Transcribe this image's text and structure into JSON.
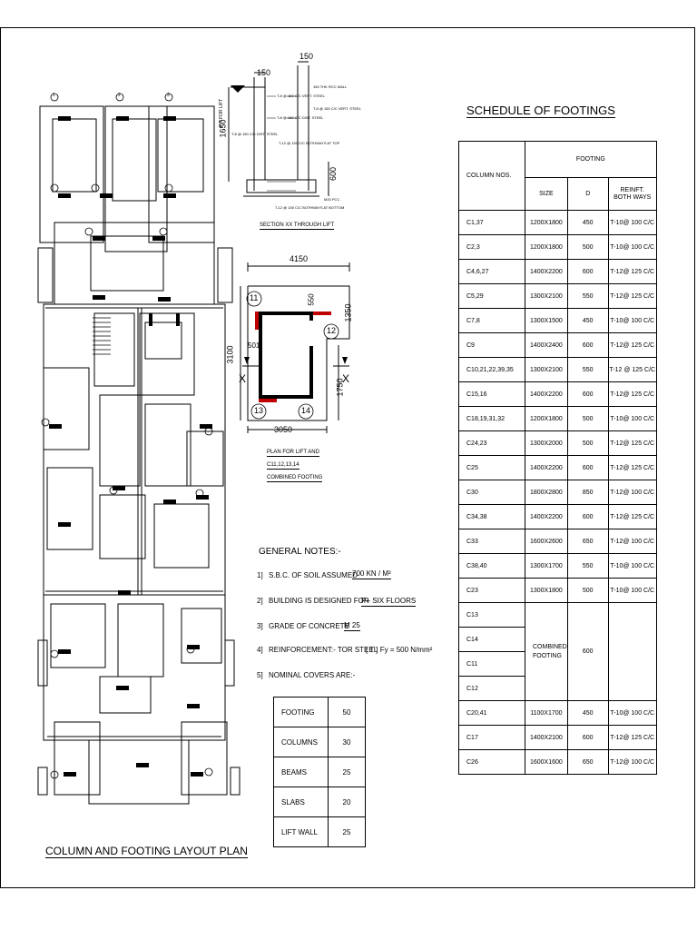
{
  "plan": {
    "title": "COLUMN AND FOOTING LAYOUT PLAN",
    "column_labels": [
      "1",
      "2",
      "3"
    ]
  },
  "section": {
    "title": "SECTION XX THROUGH LIFT",
    "dim_top_left": "150",
    "dim_top_right": "150",
    "dim_vertical_left": "1650",
    "dim_vertical_right": "600",
    "note_pit": "PIT FOR LIFT",
    "labels": [
      "T-8 @ 150 C/C VERT. STEEL",
      "T-8 @ 150 C/C VERT. STEEL",
      "T-8 @ 150 C/C DIST. STEEL",
      "T-8 @ 150 C/C DIST. STEEL",
      "150 THK RCC WALL",
      "T-12 @ 150 C/C BOTHWAYS AT TOP",
      "T-12 @ 150 C/C BOTHWAYS AT BOTTOM",
      "M20 PCC"
    ]
  },
  "lift_plan": {
    "dim_top": "4150",
    "dim_bottom": "3050",
    "dim_left": "3100",
    "dim_right_upper": "1350",
    "dim_right_lower": "1750",
    "dim_wall_top": "550",
    "dim_wall_left": "501",
    "section_mark": "X",
    "columns": [
      "11",
      "12",
      "13",
      "14"
    ],
    "caption_line1": "PLAN FOR LIFT AND",
    "caption_line2": "C11,12,13,14",
    "caption_line3": "COMBINED FOOTING"
  },
  "notes": {
    "heading": "GENERAL  NOTES:-",
    "items": [
      {
        "num": "1]",
        "text": "S.B.C. OF SOIL ASSUMED",
        "value": "700 KN / M²"
      },
      {
        "num": "2]",
        "text": "BUILDING IS DESIGNED FOR",
        "value": "P+ SIX FLOORS"
      },
      {
        "num": "3]",
        "text": "GRADE OF CONCRETE",
        "value": "M 25"
      },
      {
        "num": "4]",
        "text": "REINFORCEMENT:- TOR STEEL",
        "value": "[ T ]   Fy = 500 N/mm²"
      },
      {
        "num": "5]",
        "text": "NOMINAL COVERS ARE:-",
        "value": ""
      }
    ]
  },
  "covers": [
    {
      "item": "FOOTING",
      "value": "50"
    },
    {
      "item": "COLUMNS",
      "value": "30"
    },
    {
      "item": "BEAMS",
      "value": "25"
    },
    {
      "item": "SLABS",
      "value": "20"
    },
    {
      "item": "LIFT WALL",
      "value": "25"
    }
  ],
  "schedule": {
    "title": "SCHEDULE  OF  FOOTINGS",
    "header": {
      "col": "COLUMN  NOS.",
      "footing": "FOOTING",
      "size": "SIZE",
      "d": "D",
      "reinf_1": "REINFT.",
      "reinf_2": "BOTH WAYS"
    },
    "rows": [
      {
        "col": "C1,37",
        "size": "1200X1800",
        "d": "450",
        "reinf": "T-10@ 100  C/C"
      },
      {
        "col": "C2,3",
        "size": "1200X1800",
        "d": "500",
        "reinf": "T-10@ 100  C/C"
      },
      {
        "col": "C4,6,27",
        "size": "1400X2200",
        "d": "600",
        "reinf": "T-12@ 125  C/C"
      },
      {
        "col": "C5,29",
        "size": "1300X2100",
        "d": "550",
        "reinf": "T-12@ 125  C/C"
      },
      {
        "col": "C7,8",
        "size": "1300X1500",
        "d": "450",
        "reinf": "T-10@ 100  C/C"
      },
      {
        "col": "C9",
        "size": "1400X2400",
        "d": "600",
        "reinf": "T-12@ 125  C/C"
      },
      {
        "col": "C10,21,22,39,35",
        "size": "1300X2100",
        "d": "550",
        "reinf": "T-12 @ 125  C/C"
      },
      {
        "col": "C15,16",
        "size": "1400X2200",
        "d": "600",
        "reinf": "T-12@ 125  C/C"
      },
      {
        "col": "C18,19,31,32",
        "size": "1200X1800",
        "d": "500",
        "reinf": "T-10@ 100  C/C"
      },
      {
        "col": "C24,23",
        "size": "1300X2000",
        "d": "500",
        "reinf": "T-12@ 125  C/C"
      },
      {
        "col": "C25",
        "size": "1400X2200",
        "d": "600",
        "reinf": "T-12@ 125  C/C"
      },
      {
        "col": "C30",
        "size": "1800X2800",
        "d": "850",
        "reinf": "T-12@ 100  C/C"
      },
      {
        "col": "C34,38",
        "size": "1400X2200",
        "d": "600",
        "reinf": "T-12@ 125  C/C"
      },
      {
        "col": "C33",
        "size": "1600X2600",
        "d": "650",
        "reinf": "T-12@ 100  C/C"
      },
      {
        "col": "C38,40",
        "size": "1300X1700",
        "d": "550",
        "reinf": "T-10@ 100  C/C"
      },
      {
        "col": "C23",
        "size": "1300X1800",
        "d": "500",
        "reinf": "T-10@ 100  C/C"
      }
    ],
    "combined": {
      "cols": [
        "C13",
        "C14",
        "C11",
        "C12"
      ],
      "size_1": "COMBINED",
      "size_2": "FOOTING",
      "d": "600"
    },
    "rows_after": [
      {
        "col": "C20,41",
        "size": "1100X1700",
        "d": "450",
        "reinf": "T-10@ 100  C/C"
      },
      {
        "col": "C17",
        "size": "1400X2100",
        "d": "600",
        "reinf": "T-12@ 125  C/C"
      },
      {
        "col": "C26",
        "size": "1600X1600",
        "d": "650",
        "reinf": "T-12@ 100  C/C"
      }
    ]
  }
}
